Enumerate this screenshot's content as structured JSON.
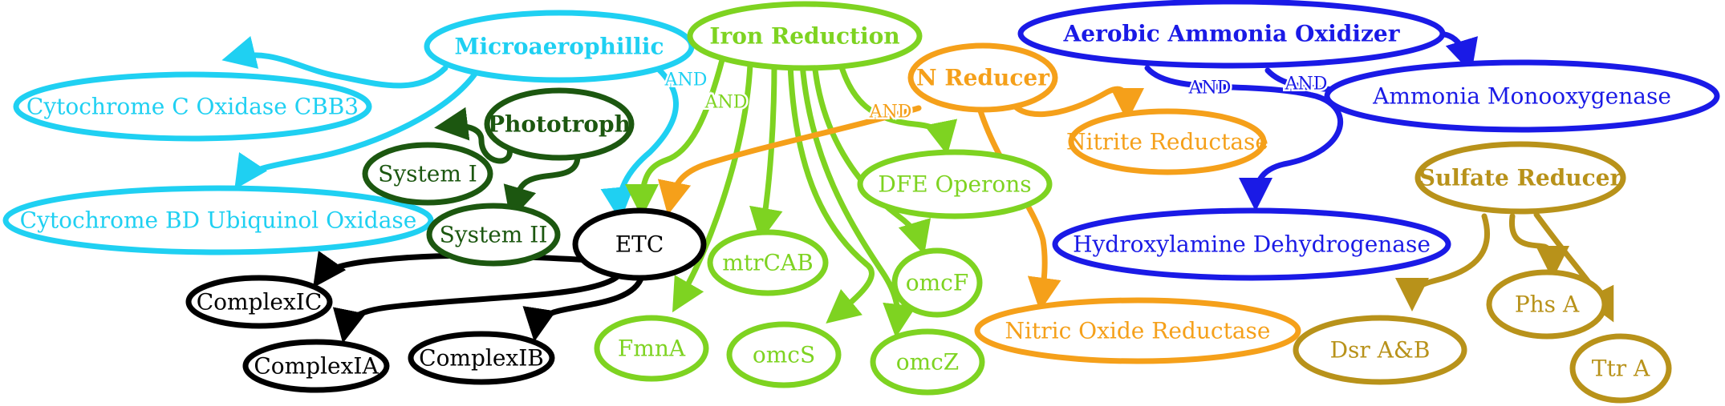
{
  "colors": {
    "microaerophillic": "#1fd0f2",
    "iron": "#7ed321",
    "nreducer": "#f5a01a",
    "ammonia": "#1a1ae6",
    "phototroph": "#1c5710",
    "etc": "#000000",
    "sulfate": "#b8921a"
  },
  "nodes": {
    "microaerophillic": "Microaerophillic",
    "iron_reduction": "Iron Reduction",
    "n_reducer": "N Reducer",
    "aerobic_ammonia_oxidizer": "Aerobic Ammonia Oxidizer",
    "cytochrome_c_oxidase_cbb3": "Cytochrome C Oxidase CBB3",
    "cytochrome_bd_ubiquinol_oxidase": "Cytochrome BD Ubiquinol Oxidase",
    "phototroph": "Phototroph",
    "system_i": "System I",
    "system_ii": "System II",
    "etc": "ETC",
    "complex_ic": "ComplexIC",
    "complex_ia": "ComplexIA",
    "complex_ib": "ComplexIB",
    "mtrcab": "mtrCAB",
    "fmna": "FmnA",
    "omcs": "omcS",
    "omcz": "omcZ",
    "omcf": "omcF",
    "dfe_operons": "DFE Operons",
    "nitrite_reductase": "Nitrite Reductase",
    "nitric_oxide_reductase": "Nitric Oxide Reductase",
    "ammonia_monooxygenase": "Ammonia Monooxygenase",
    "hydroxylamine_dehydrogenase": "Hydroxylamine Dehydrogenase",
    "sulfate_reducer": "Sulfate Reducer",
    "dsr_ab": "Dsr A&B",
    "phs_a": "Phs A",
    "ttr_a": "Ttr A"
  },
  "edge_labels": {
    "and_micro": "AND",
    "and_iron": "AND",
    "and_nred": "AND",
    "and_amm1": "AND",
    "and_amm2": "AND"
  }
}
